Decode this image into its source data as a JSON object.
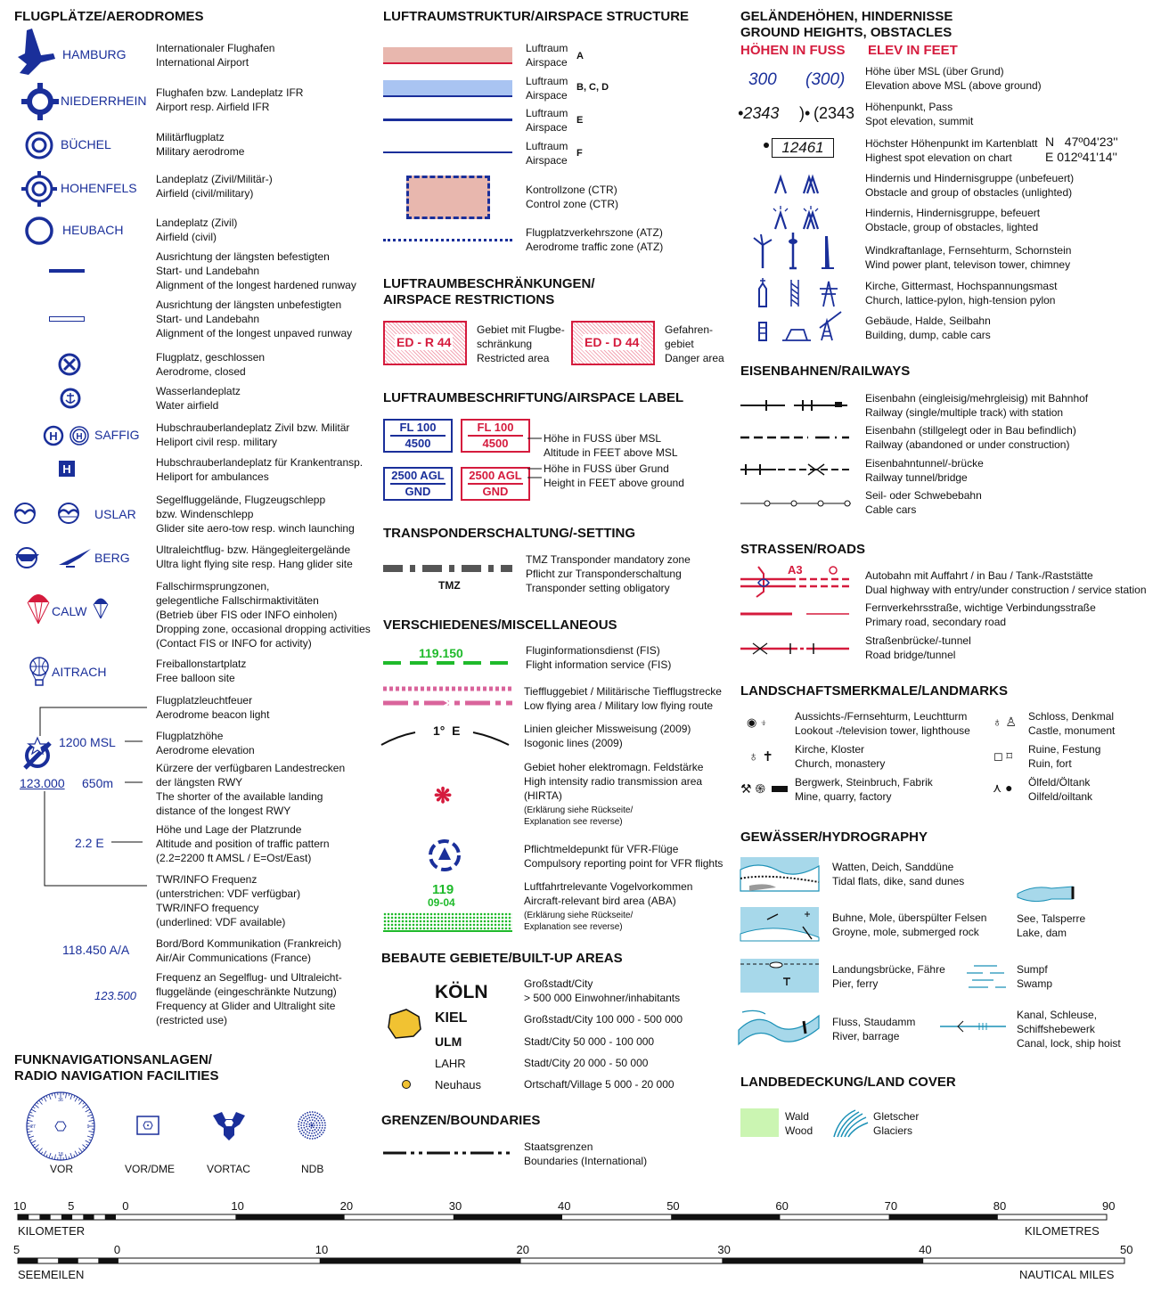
{
  "aerodromes": {
    "heading": "FLUGPLÄTZE/AERODROMES",
    "items": [
      {
        "name": "HAMBURG",
        "text": "Internationaler Flughafen\nInternational Airport"
      },
      {
        "name": "NIEDERRHEIN",
        "text": "Flughafen bzw. Landeplatz IFR\nAirport resp. Airfield IFR"
      },
      {
        "name": "BÜCHEL",
        "text": "Militärflugplatz\nMilitary aerodrome"
      },
      {
        "name": "HOHENFELS",
        "text": "Landeplatz (Zivil/Militär-)\nAirfield (civil/military)"
      },
      {
        "name": "HEUBACH",
        "text": "Landeplatz (Zivil)\nAirfield (civil)"
      },
      {
        "name": "",
        "text": "Ausrichtung der längsten befestigten\nStart- und Landebahn\nAlignment of the longest hardened runway"
      },
      {
        "name": "",
        "text": "Ausrichtung der längsten unbefestigten\nStart- und Landebahn\nAlignment of the longest unpaved runway"
      },
      {
        "name": "",
        "text": "Flugplatz, geschlossen\nAerodrome, closed"
      },
      {
        "name": "",
        "text": "Wasserlandeplatz\nWater airfield"
      },
      {
        "name": "SAFFIG",
        "text": "Hubschrauberlandeplatz Zivil bzw. Militär\nHeliport civil resp. military"
      },
      {
        "name": "",
        "text": "Hubschrauberlandeplatz für Krankentransp.\nHeliport for ambulances"
      },
      {
        "name": "USLAR",
        "text": "Segelfluggelände, Flugzeugschlepp\nbzw. Windenschlepp\nGlider site aero-tow resp. winch launching"
      },
      {
        "name": "BERG",
        "text": "Ultraleichtflug- bzw. Hängegleitergelände\nUltra light flying site resp. Hang glider site"
      },
      {
        "name": "CALW",
        "text": "Fallschirmsprungzonen,\ngelegentliche Fallschirmaktivitäten\n(Betrieb über FIS oder INFO einholen)\nDropping zone, occasional dropping activities\n(Contact FIS or INFO for activity)"
      },
      {
        "name": "AITRACH",
        "text": "Freiballonstartplatz\nFree balloon site"
      },
      {
        "name": "",
        "text": "Flugplatzleuchtfeuer\nAerodrome beacon light"
      },
      {
        "name": "1200 MSL",
        "text": "Flugplatzhöhe\nAerodrome elevation"
      },
      {
        "name": "650m",
        "text": "Kürzere der verfügbaren Landestrecken\nder längsten RWY\nThe shorter of the available landing\ndistance of the longest RWY"
      },
      {
        "name": "2.2 E",
        "text": "Höhe und Lage der Platzrunde\nAltitude and position of traffic pattern\n(2.2=2200 ft AMSL / E=Ost/East)"
      },
      {
        "name": "123.000",
        "text": "TWR/INFO Frequenz\n(unterstrichen: VDF verfügbar)\nTWR/INFO frequency\n(underlined: VDF available)"
      },
      {
        "name": "118.450 A/A",
        "text": "Bord/Bord Kommunikation (Frankreich)\nAir/Air Communications (France)"
      },
      {
        "name": "123.500",
        "text": "Frequenz an Segelflug- und Ultraleicht-\nfluggelände (eingeschränkte Nutzung)\nFrequency at Glider and Ultralight site\n(restricted use)"
      }
    ]
  },
  "radionav": {
    "heading": "FUNKNAVIGATIONSANLAGEN/\nRADIO NAVIGATION FACILITIES",
    "items": [
      "VOR",
      "VOR/DME",
      "VORTAC",
      "NDB"
    ]
  },
  "airspace": {
    "heading": "LUFTRAUMSTRUKTUR/AIRSPACE STRUCTURE",
    "classes": [
      {
        "text": "Luftraum\nAirspace",
        "cls": "A"
      },
      {
        "text": "Luftraum\nAirspace",
        "cls": "B, C, D"
      },
      {
        "text": "Luftraum\nAirspace",
        "cls": "E"
      },
      {
        "text": "Luftraum\nAirspace",
        "cls": "F"
      }
    ],
    "ctr": "Kontrollzone (CTR)\nControl zone (CTR)",
    "atz": "Flugplatzverkehrszone (ATZ)\nAerodrome traffic zone (ATZ)"
  },
  "restrictions": {
    "heading": "LUFTRAUMBESCHRÄNKUNGEN/\nAIRSPACE RESTRICTIONS",
    "r_label": "ED - R 44",
    "r_text": "Gebiet mit Flugbe-\nschränkung\nRestricted area",
    "d_label": "ED - D 44",
    "d_text": "Gefahren-\ngebiet\nDanger area"
  },
  "label": {
    "heading": "LUFTRAUMBESCHRIFTUNG/AIRSPACE LABEL",
    "fl": "FL 100",
    "alt": "4500",
    "agl": "2500 AGL",
    "gnd": "GND",
    "t1": "Höhe in FUSS über MSL\nAltitude in FEET above MSL",
    "t2": "Höhe in FUSS über Grund\nHeight in FEET above ground"
  },
  "transponder": {
    "heading": "TRANSPONDERSCHALTUNG/-SETTING",
    "tmz": "TMZ",
    "text": "TMZ Transponder mandatory zone\nPflicht zur Transponderschaltung\nTransponder setting obligatory"
  },
  "misc": {
    "heading": "VERSCHIEDENES/MISCELLANEOUS",
    "fis_freq": "119.150",
    "fis": "Fluginformationsdienst (FIS)\nFlight information service (FIS)",
    "low": "Tieffluggebiet / Militärische Tiefflugstrecke\nLow flying area / Military low flying route",
    "iso_label": "1°  E",
    "iso": "Linien gleicher Missweisung (2009)\nIsogonic lines (2009)",
    "hirta": "Gebiet hoher elektromagn. Feldstärke\nHigh intensity radio transmission area\n(HIRTA)",
    "hirta_note": "(Erklärung siehe Rückseite/\nExplanation see reverse)",
    "vfr": "Pflichtmeldepunkt für VFR-Flüge\nCompulsory reporting point for VFR flights",
    "bird_a": "119",
    "bird_b": "09-04",
    "bird": "Luftfahrtrelevante Vogelvorkommen\nAircraft-relevant bird area (ABA)",
    "bird_note": "(Erklärung siehe Rückseite/\nExplanation see reverse)"
  },
  "builtup": {
    "heading": "BEBAUTE GEBIETE/BUILT-UP AREAS",
    "items": [
      {
        "name": "KÖLN",
        "text": "Großstadt/City\n> 500 000 Einwohner/inhabitants"
      },
      {
        "name": "KIEL",
        "text": "Großstadt/City 100 000 - 500 000"
      },
      {
        "name": "ULM",
        "text": "Stadt/City 50 000 - 100 000"
      },
      {
        "name": "LAHR",
        "text": "Stadt/City 20 000 - 50 000"
      },
      {
        "name": "Neuhaus",
        "text": "Ortschaft/Village 5 000 - 20 000"
      }
    ]
  },
  "boundaries": {
    "heading": "GRENZEN/BOUNDARIES",
    "text": "Staatsgrenzen\nBoundaries (International)"
  },
  "heights": {
    "heading": "GELÄNDEHÖHEN, HINDERNISSE\nGROUND HEIGHTS, OBSTACLES",
    "sub_de": "HÖHEN IN FUSS",
    "sub_en": "ELEV IN FEET",
    "v300": "300",
    "v300p": "(300)",
    "v2343": "•2343",
    "v2343p": "(2343",
    "v12461": "12461",
    "coord_n": "N   47º04'23''",
    "coord_e": "E 012º41'14''",
    "items": [
      "Höhe über MSL (über Grund)\nElevation above MSL (above ground)",
      "Höhenpunkt, Pass\nSpot elevation, summit",
      "Höchster Höhenpunkt im Kartenblatt\nHighest spot elevation on chart",
      "Hindernis und Hindernisgruppe (unbefeuert)\nObstacle and group of obstacles (unlighted)",
      "Hindernis, Hindernisgruppe, befeuert\nObstacle, group of obstacles, lighted",
      "Windkraftanlage, Fernsehturm, Schornstein\nWind power plant, televison tower, chimney",
      "Kirche, Gittermast, Hochspannungsmast\nChurch, lattice-pylon, high-tension pylon",
      "Gebäude, Halde, Seilbahn\nBuilding, dump, cable cars"
    ]
  },
  "railways": {
    "heading": "EISENBAHNEN/RAILWAYS",
    "items": [
      "Eisenbahn (eingleisig/mehrgleisig) mit Bahnhof\nRailway (single/multiple track) with station",
      "Eisenbahn (stillgelegt oder in Bau befindlich)\nRailway (abandoned or under construction)",
      "Eisenbahntunnel/-brücke\nRailway tunnel/bridge",
      "Seil- oder Schwebebahn\nCable cars"
    ]
  },
  "roads": {
    "heading": "STRASSEN/ROADS",
    "a3": "A3",
    "items": [
      "Autobahn mit Auffahrt / in Bau / Tank-/Raststätte\nDual highway with entry/under construction / service station",
      "Fernverkehrsstraße, wichtige Verbindungsstraße\nPrimary road, secondary road",
      "Straßenbrücke/-tunnel\nRoad bridge/tunnel"
    ]
  },
  "landmarks": {
    "heading": "LANDSCHAFTSMERKMALE/LANDMARKS",
    "items": [
      "Aussichts-/Fernsehturm, Leuchtturm\nLookout -/television tower, lighthouse",
      "Schloss, Denkmal\nCastle, monument",
      "Kirche, Kloster\nChurch, monastery",
      "Ruine, Festung\nRuin, fort",
      "Bergwerk, Steinbruch, Fabrik\nMine, quarry, factory",
      "Ölfeld/Öltank\nOilfeld/oiltank"
    ]
  },
  "hydro": {
    "heading": "GEWÄSSER/HYDROGRAPHY",
    "items": [
      "Watten, Deich, Sanddüne\nTidal flats, dike, sand dunes",
      "See, Talsperre\nLake, dam",
      "Buhne, Mole, überspülter Felsen\nGroyne, mole, submerged rock",
      "Landungsbrücke, Fähre\nPier, ferry",
      "Sumpf\nSwamp",
      "Fluss, Staudamm\nRiver, barrage",
      "Kanal, Schleuse,\nSchiffshebewerk\nCanal, lock, ship hoist"
    ]
  },
  "landcover": {
    "heading": "LANDBEDECKUNG/LAND COVER",
    "wood": "Wald\nWood",
    "glacier": "Gletscher\nGlaciers"
  },
  "scale": {
    "km_ticks": [
      "10",
      "5",
      "0",
      "10",
      "20",
      "30",
      "40",
      "50",
      "60",
      "70",
      "80",
      "90"
    ],
    "km_left": "KILOMETER",
    "km_right": "KILOMETRES",
    "nm_ticks": [
      "5",
      "0",
      "10",
      "20",
      "30",
      "40",
      "50"
    ],
    "nm_left": "SEEMEILEN",
    "nm_right": "NAUTICAL MILES"
  },
  "colors": {
    "blue": "#1a2f9a",
    "red": "#d51b3d",
    "pink": "#e8b7ae",
    "lightblue": "#a9c4f2",
    "green": "#1fba2b",
    "water": "#a7d8ea"
  }
}
